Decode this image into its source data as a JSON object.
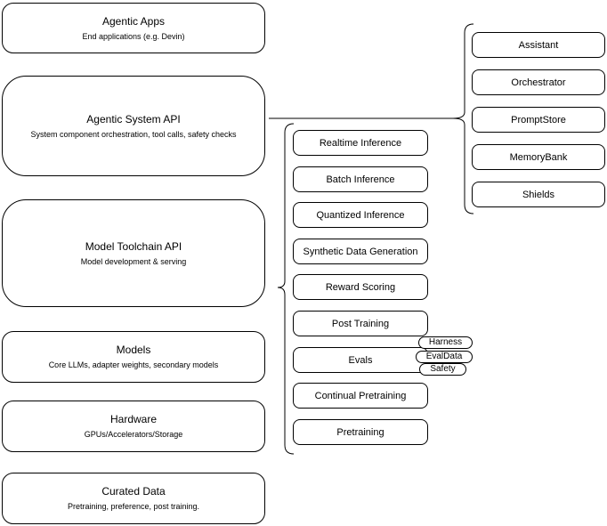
{
  "layers": [
    {
      "title": "Agentic Apps",
      "subtitle": "End applications (e.g. Devin)"
    },
    {
      "title": "Agentic System API",
      "subtitle": "System component orchestration, tool calls, safety checks"
    },
    {
      "title": "Model Toolchain API",
      "subtitle": "Model development & serving"
    },
    {
      "title": "Models",
      "subtitle": "Core LLMs, adapter weights, secondary models"
    },
    {
      "title": "Hardware",
      "subtitle": "GPUs/Accelerators/Storage"
    },
    {
      "title": "Curated Data",
      "subtitle": "Pretraining, preference, post training."
    }
  ],
  "toolchain": {
    "items": [
      "Realtime Inference",
      "Batch Inference",
      "Quantized Inference",
      "Synthetic Data Generation",
      "Reward Scoring",
      "Post Training",
      "Evals",
      "Continual Pretraining",
      "Pretraining"
    ]
  },
  "evals": {
    "tags": [
      "Harness",
      "EvalData",
      "Safety"
    ]
  },
  "system_components": {
    "items": [
      "Assistant",
      "Orchestrator",
      "PromptStore",
      "MemoryBank",
      "Shields"
    ]
  },
  "colors": {
    "stroke": "#000000",
    "fill": "#ffffff",
    "text": "#000000"
  }
}
